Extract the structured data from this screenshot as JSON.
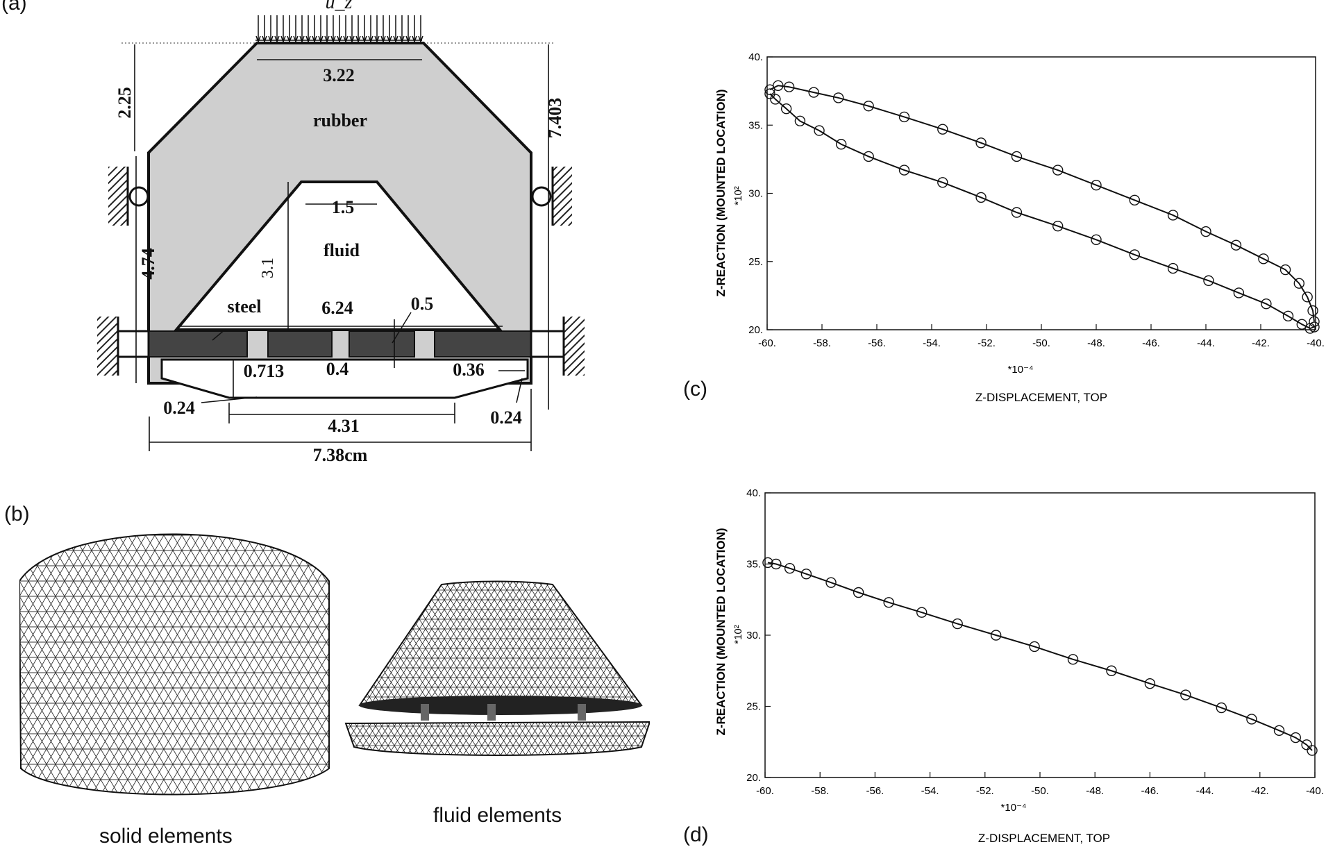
{
  "panels": {
    "a": "(a)",
    "b": "(b)",
    "c": "(c)",
    "d": "(d)"
  },
  "drawing": {
    "load_symbol": "u_z",
    "labels": {
      "top_width": "3.22",
      "top_height": "2.25",
      "total_height": "7.403",
      "rubber": "rubber",
      "fluid_top": "1.5",
      "fluid": "fluid",
      "fluid_height": "3.1",
      "side_height": "4.74",
      "steel": "steel",
      "plate_width": "6.24",
      "hole": "0.5",
      "gap": "0.713",
      "hole_gap": "0.4",
      "edge_gap": "0.36",
      "left_thick": "0.24",
      "right_thick": "0.24",
      "bottom_width": "4.31",
      "total_width": "7.38cm"
    }
  },
  "mesh": {
    "solid_caption": "solid elements",
    "fluid_caption": "fluid elements"
  },
  "chart_data": [
    {
      "type": "line",
      "panel": "(c)",
      "xlabel": "Z-DISPLACEMENT, TOP",
      "ylabel": "Z-REACTION (MOUNTED LOCATION)",
      "x_scale_label": "*10⁻⁴",
      "y_scale_label": "*10²",
      "xlim": [
        -60,
        -40
      ],
      "ylim": [
        20,
        40
      ],
      "x_ticks": [
        "-60.",
        "-58.",
        "-56.",
        "-54.",
        "-52.",
        "-50.",
        "-48.",
        "-46.",
        "-44.",
        "-42.",
        "-40."
      ],
      "y_ticks": [
        "20.",
        "25.",
        "30.",
        "35.",
        "40."
      ],
      "series": [
        {
          "x": [
            -59.9,
            -59.6,
            -59.2,
            -58.3,
            -57.4,
            -56.3,
            -55.0,
            -53.6,
            -52.2,
            -50.9,
            -49.4,
            -48.0,
            -46.6,
            -45.2,
            -44.0,
            -42.9,
            -41.9,
            -41.1,
            -40.6,
            -40.3,
            -40.1,
            -40.05
          ],
          "y": [
            37.6,
            37.9,
            37.8,
            37.4,
            37.0,
            36.4,
            35.6,
            34.7,
            33.7,
            32.7,
            31.7,
            30.6,
            29.5,
            28.4,
            27.2,
            26.2,
            25.2,
            24.4,
            23.4,
            22.4,
            21.4,
            20.6
          ]
        },
        {
          "x": [
            -59.9,
            -59.7,
            -59.3,
            -58.8,
            -58.1,
            -57.3,
            -56.3,
            -55.0,
            -53.6,
            -52.2,
            -50.9,
            -49.4,
            -48.0,
            -46.6,
            -45.2,
            -43.9,
            -42.8,
            -41.8,
            -41.0,
            -40.5,
            -40.2,
            -40.05
          ],
          "y": [
            37.3,
            36.9,
            36.2,
            35.3,
            34.6,
            33.6,
            32.7,
            31.7,
            30.8,
            29.7,
            28.6,
            27.6,
            26.6,
            25.5,
            24.5,
            23.6,
            22.7,
            21.9,
            21.0,
            20.4,
            20.1,
            20.2
          ]
        }
      ]
    },
    {
      "type": "line",
      "panel": "(d)",
      "xlabel": "Z-DISPLACEMENT, TOP",
      "ylabel": "Z-REACTION (MOUNTED LOCATION)",
      "x_scale_label": "*10⁻⁴",
      "y_scale_label": "*10²",
      "xlim": [
        -60,
        -40
      ],
      "ylim": [
        20,
        40
      ],
      "x_ticks": [
        "-60.",
        "-58.",
        "-56.",
        "-54.",
        "-52.",
        "-50.",
        "-48.",
        "-46.",
        "-44.",
        "-42.",
        "-40."
      ],
      "y_ticks": [
        "20.",
        "25.",
        "30.",
        "35.",
        "40."
      ],
      "series": [
        {
          "x": [
            -59.9,
            -59.6,
            -59.1,
            -58.5,
            -57.6,
            -56.6,
            -55.5,
            -54.3,
            -53.0,
            -51.6,
            -50.2,
            -48.8,
            -47.4,
            -46.0,
            -44.7,
            -43.4,
            -42.3,
            -41.3,
            -40.7,
            -40.3,
            -40.1
          ],
          "y": [
            35.1,
            35.0,
            34.7,
            34.3,
            33.7,
            33.0,
            32.3,
            31.6,
            30.8,
            30.0,
            29.2,
            28.3,
            27.5,
            26.6,
            25.8,
            24.9,
            24.1,
            23.3,
            22.8,
            22.3,
            21.9
          ]
        }
      ]
    }
  ]
}
